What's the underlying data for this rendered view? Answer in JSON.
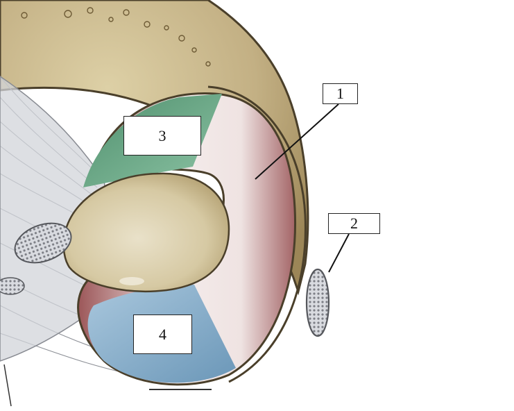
{
  "labels": {
    "l1": "1",
    "l2": "2",
    "l3": "3",
    "l4": "4"
  },
  "colors": {
    "bone": "#c8b78c",
    "bone_dark": "#8a7448",
    "region_1": "#a8696a",
    "region_3": "#5e9e7c",
    "region_4": "#8db1cc",
    "ligament": "#c9ccd2",
    "outline": "#4a3f2a"
  }
}
